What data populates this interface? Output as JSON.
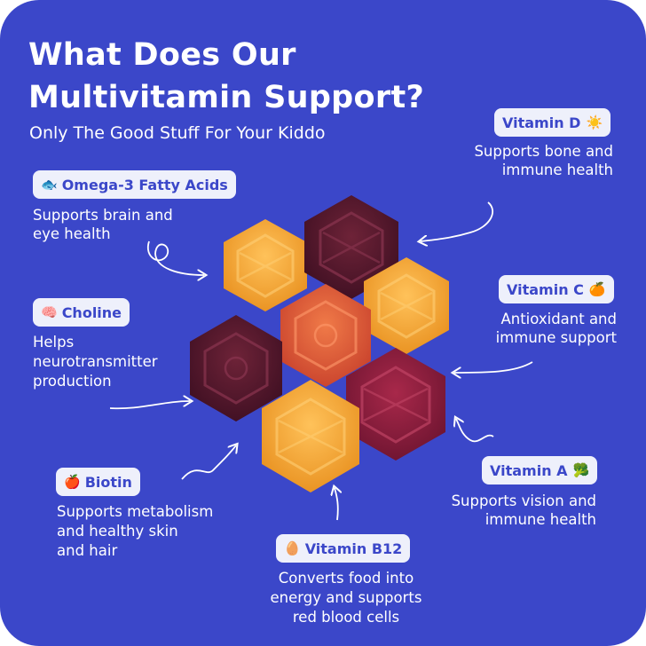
{
  "heading": {
    "title_line1": "What Does Our",
    "title_line2": "Multivitamin Support?",
    "subtitle": "Only The Good Stuff For Your Kiddo"
  },
  "nutrients": [
    {
      "name": "Vitamin D",
      "emoji": "☀️",
      "description": "Supports bone and\nimmune health"
    },
    {
      "name": "Omega-3 Fatty Acids",
      "emoji": "🐟",
      "description": "Supports brain and\neye health"
    },
    {
      "name": "Vitamin C",
      "emoji": "🍊",
      "description": "Antioxidant and\nimmune support"
    },
    {
      "name": "Choline",
      "emoji": "🧠",
      "description": "Helps\nneurotransmitter\nproduction"
    },
    {
      "name": "Vitamin A",
      "emoji": "🥦",
      "description": "Supports vision and\nimmune health"
    },
    {
      "name": "Biotin",
      "emoji": "🍎",
      "description": "Supports metabolism\nand healthy skin\nand hair"
    },
    {
      "name": "Vitamin B12",
      "emoji": "🥚",
      "description": "Converts food into\nenergy and supports\nred blood cells"
    }
  ],
  "colors": {
    "background": "#3b47c9",
    "pill_background": "#eef0fb",
    "pill_text": "#3b47c9",
    "gummy_orange": "#f0a030",
    "gummy_red": "#e05a3a",
    "gummy_dark": "#5a1730",
    "gummy_berry": "#8e1e3c"
  },
  "icons": [
    "sun-icon",
    "fish-icon",
    "orange-icon",
    "brain-icon",
    "broccoli-icon",
    "apple-icon",
    "egg-icon"
  ]
}
